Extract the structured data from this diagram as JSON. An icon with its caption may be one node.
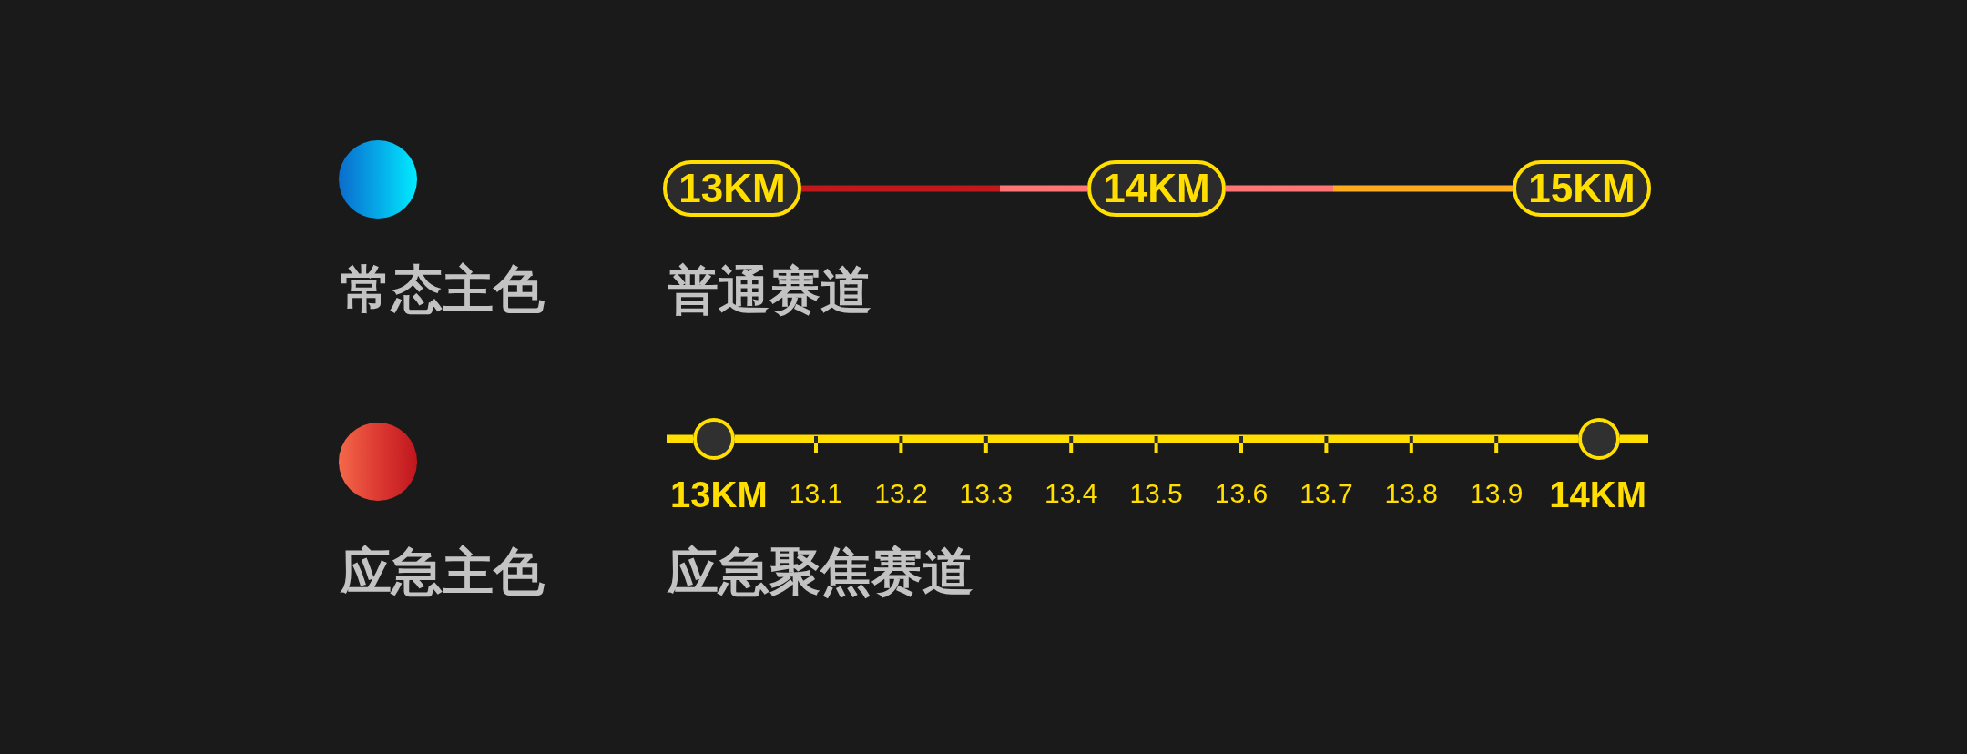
{
  "diagram": {
    "nodes": [
      {
        "text": [
          "13KM"
        ]
      },
      {
        "text": [
          "14KM"
        ]
      },
      {
        "text": [
          "15KM"
        ]
      },
      {
        "text": [],
        "shape": "circle",
        "beside": [
          "13KM"
        ]
      },
      {
        "text": [],
        "shape": "circle",
        "beside": [
          "14KM"
        ]
      }
    ],
    "edges": [
      {
        "from": 0,
        "to": 1,
        "arrow": "none",
        "color": "#c0181d"
      },
      {
        "from": 1,
        "to": 2,
        "arrow": "none",
        "color": "#ffad1f"
      },
      {
        "from": 3,
        "to": 4,
        "arrow": "none",
        "color": "#ffde00"
      }
    ],
    "labels": [
      "普通赛道",
      "13.1",
      "13.2",
      "13.3",
      "13.4",
      "13.5",
      "13.6",
      "13.7",
      "13.8",
      "13.9",
      "应急聚焦赛道"
    ],
    "legend": [
      {
        "text": "常态主色",
        "color": "#05a9e8"
      },
      {
        "text": "应急主色",
        "color": "#dd3a32"
      }
    ]
  }
}
